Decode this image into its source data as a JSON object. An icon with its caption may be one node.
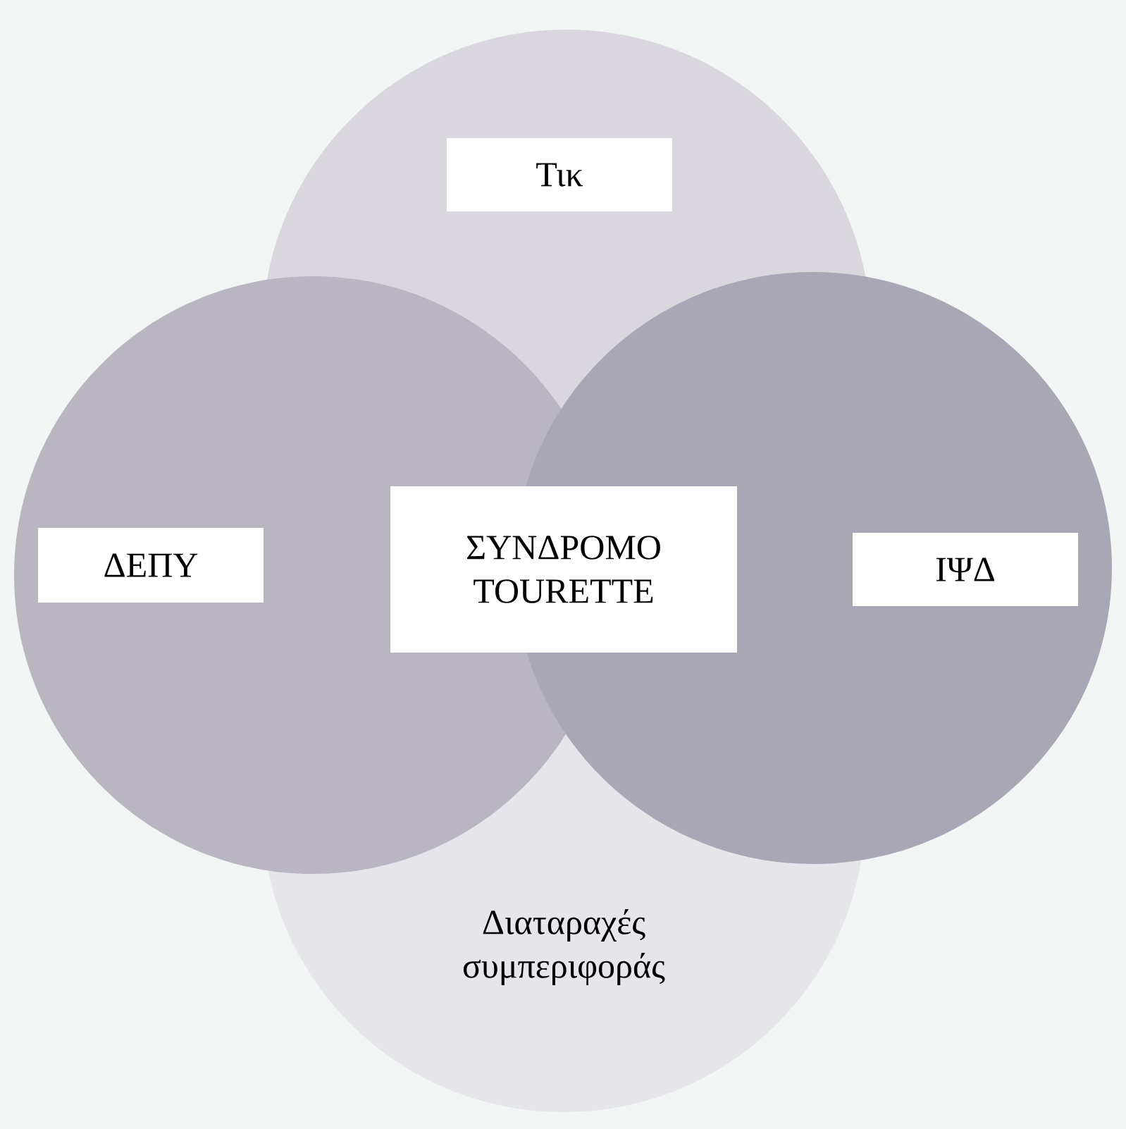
{
  "diagram": {
    "nodes": [
      {
        "text": [
          "Τικ"
        ]
      },
      {
        "text": [
          "ΔΕΠΥ"
        ]
      },
      {
        "text": [
          "ΣΥΝΔΡΟΜΟ TOURETTE"
        ]
      },
      {
        "text": [
          "ΙΨΔ"
        ]
      },
      {
        "text": [
          "Διαταραχές συμπεριφοράς"
        ]
      }
    ]
  }
}
